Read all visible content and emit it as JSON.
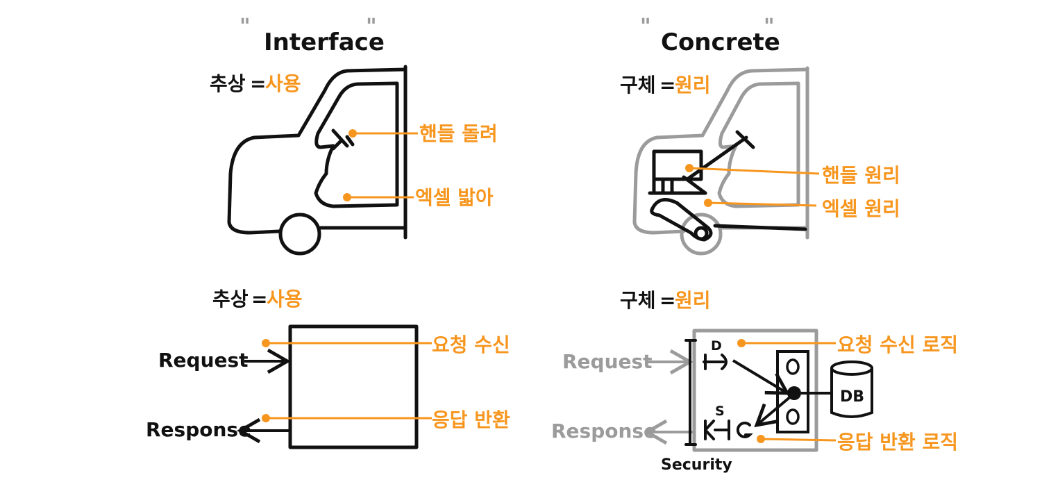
{
  "colors": {
    "accent": "#f7961e",
    "ink": "#111111",
    "muted": "#9b9b9b",
    "bg": "#ffffff"
  },
  "titles": {
    "interface": "Interface",
    "concrete": "Concrete"
  },
  "interface": {
    "car": {
      "formula_left": "추상",
      "formula_eq": "=",
      "formula_right": "사용",
      "steering_label": "핸들 돌려",
      "pedal_label": "엑셀 밟아"
    },
    "server": {
      "formula_left": "추상",
      "formula_eq": "=",
      "formula_right": "사용",
      "request": "Request",
      "response": "Response",
      "receive_label": "요청 수신",
      "return_label": "응답 반환"
    }
  },
  "concrete": {
    "car": {
      "formula_left": "구체",
      "formula_eq": "=",
      "formula_right": "원리",
      "steering_label": "핸들 원리",
      "pedal_label": "엑셀 원리"
    },
    "server": {
      "formula_left": "구체",
      "formula_eq": "=",
      "formula_right": "원리",
      "request": "Request",
      "response": "Response",
      "receive_label": "요청 수신 로직",
      "return_label": "응답 반환 로직",
      "db": "DB",
      "security": "Security",
      "d_marker": "D",
      "s_marker": "S"
    }
  }
}
